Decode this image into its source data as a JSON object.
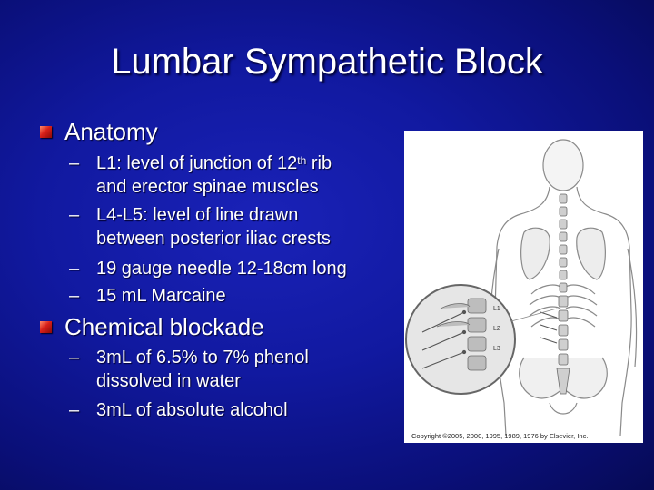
{
  "title": "Lumbar Sympathetic Block",
  "sections": [
    {
      "heading": "Anatomy",
      "items": [
        {
          "lines": [
            "L1: level of junction of 12",
            "th",
            " rib",
            "and erector spinae muscles"
          ]
        },
        {
          "lines": [
            "L4-L5: level of line drawn",
            "between posterior iliac crests"
          ]
        },
        {
          "lines": [
            "19 gauge needle 12-18cm long"
          ]
        },
        {
          "lines": [
            "15 mL Marcaine"
          ]
        }
      ]
    },
    {
      "heading": "Chemical blockade",
      "items": [
        {
          "lines": [
            "3mL of 6.5% to 7% phenol",
            "dissolved in water"
          ]
        },
        {
          "lines": [
            "3mL of absolute alcohol"
          ]
        }
      ]
    }
  ],
  "dash": "–",
  "figure": {
    "labels": [
      "L1",
      "L2",
      "L3"
    ],
    "copyright": "Copyright ©2005, 2000, 1995, 1989, 1976 by Elsevier, Inc."
  },
  "colors": {
    "background": "#1119a0",
    "bullet": "#d8201a",
    "text": "#ffffff"
  }
}
